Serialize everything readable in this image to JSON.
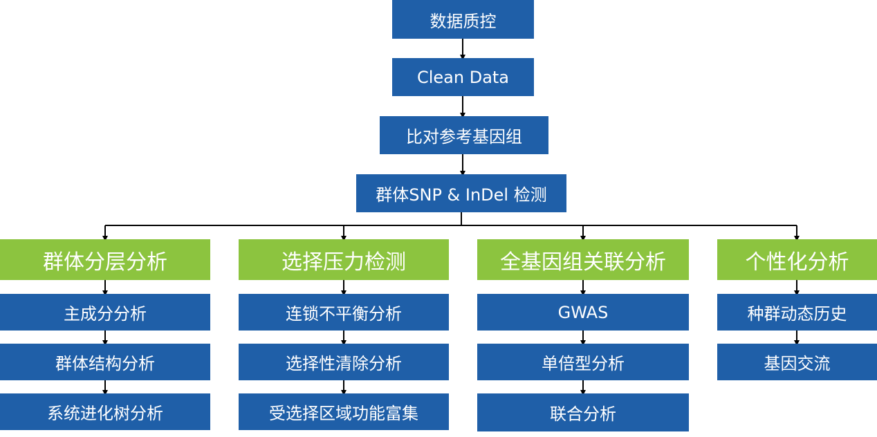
{
  "pipeline": [
    {
      "label": "数据质控"
    },
    {
      "label": "Clean Data"
    },
    {
      "label": "比对参考基因组"
    },
    {
      "label": "群体SNP & InDel 检测"
    }
  ],
  "branches": [
    {
      "header": "群体分层分析",
      "items": [
        "主成分分析",
        "群体结构分析",
        "系统进化树分析"
      ]
    },
    {
      "header": "选择压力检测",
      "items": [
        "连锁不平衡分析",
        "选择性清除分析",
        "受选择区域功能富集"
      ]
    },
    {
      "header": "全基因组关联分析",
      "items": [
        "GWAS",
        "单倍型分析",
        "联合分析"
      ]
    },
    {
      "header": "个性化分析",
      "items": [
        "种群动态历史",
        "基因交流"
      ]
    }
  ],
  "colors": {
    "box_blue": "#1f5fa8",
    "header_green": "#8cc43f",
    "connector": "#000000"
  }
}
